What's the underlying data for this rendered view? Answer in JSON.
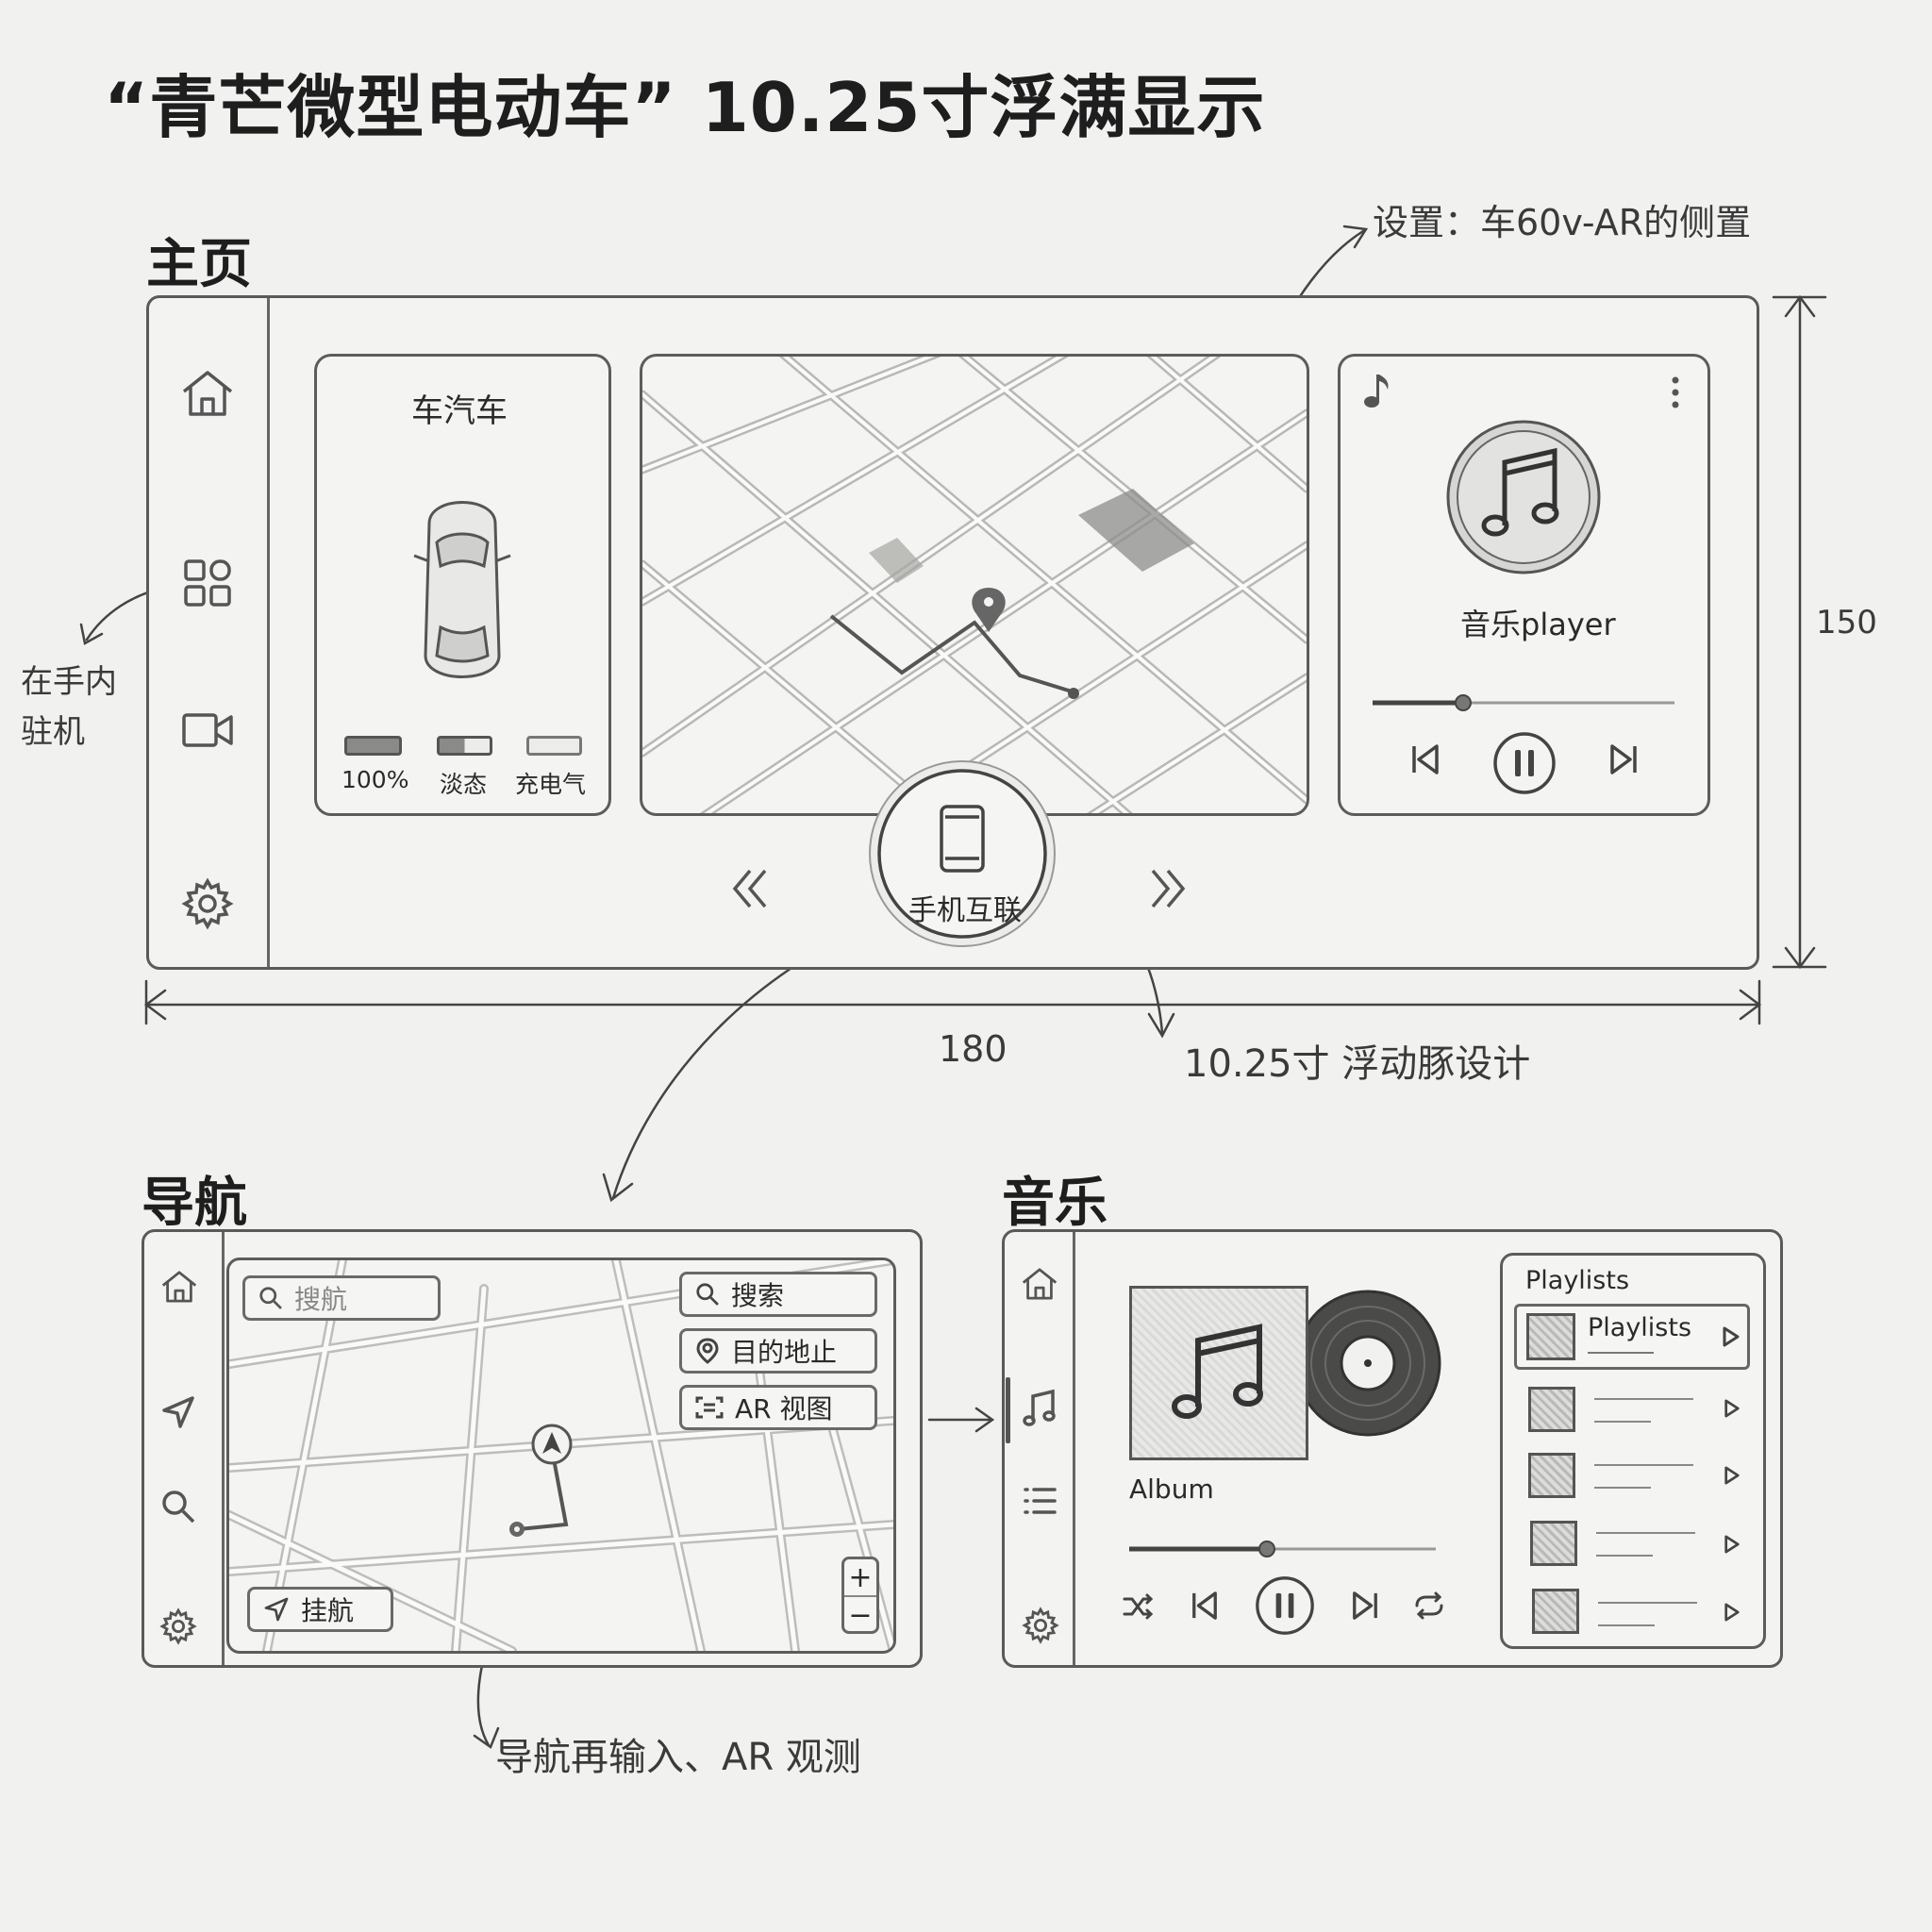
{
  "title": "“青芒微型电动车” 10.25寸浮满显示",
  "sections": {
    "home": "主页",
    "nav": "导航",
    "music": "音乐"
  },
  "annotations": {
    "settings": "设置：车60v-AR的侧置",
    "rail_note_line1": "在手内",
    "rail_note_line2": "驻机",
    "height": "150",
    "width": "180",
    "floating": "10.25寸 浮动豚设计",
    "nav_note": "导航再输入、AR 观测"
  },
  "home": {
    "car_card": {
      "title": "车汽车",
      "status": [
        "100%",
        "淡态",
        "充电气"
      ]
    },
    "player": {
      "title": "音乐player",
      "progress": 0.3
    },
    "phone": {
      "label": "手机互联"
    }
  },
  "nav": {
    "search_placeholder": "搜航",
    "buttons": [
      "搜索",
      "目的地止",
      "AR 视图"
    ],
    "bottom_button": "挂航",
    "zoom_in": "+",
    "zoom_out": "−"
  },
  "music": {
    "album_label": "Album",
    "progress": 0.45,
    "playlists_title": "Playlists",
    "playlist_first": "Playlists"
  },
  "icons": {
    "home": "home-icon",
    "apps": "apps-icon",
    "camera": "camera-icon",
    "settings": "gear-icon"
  }
}
